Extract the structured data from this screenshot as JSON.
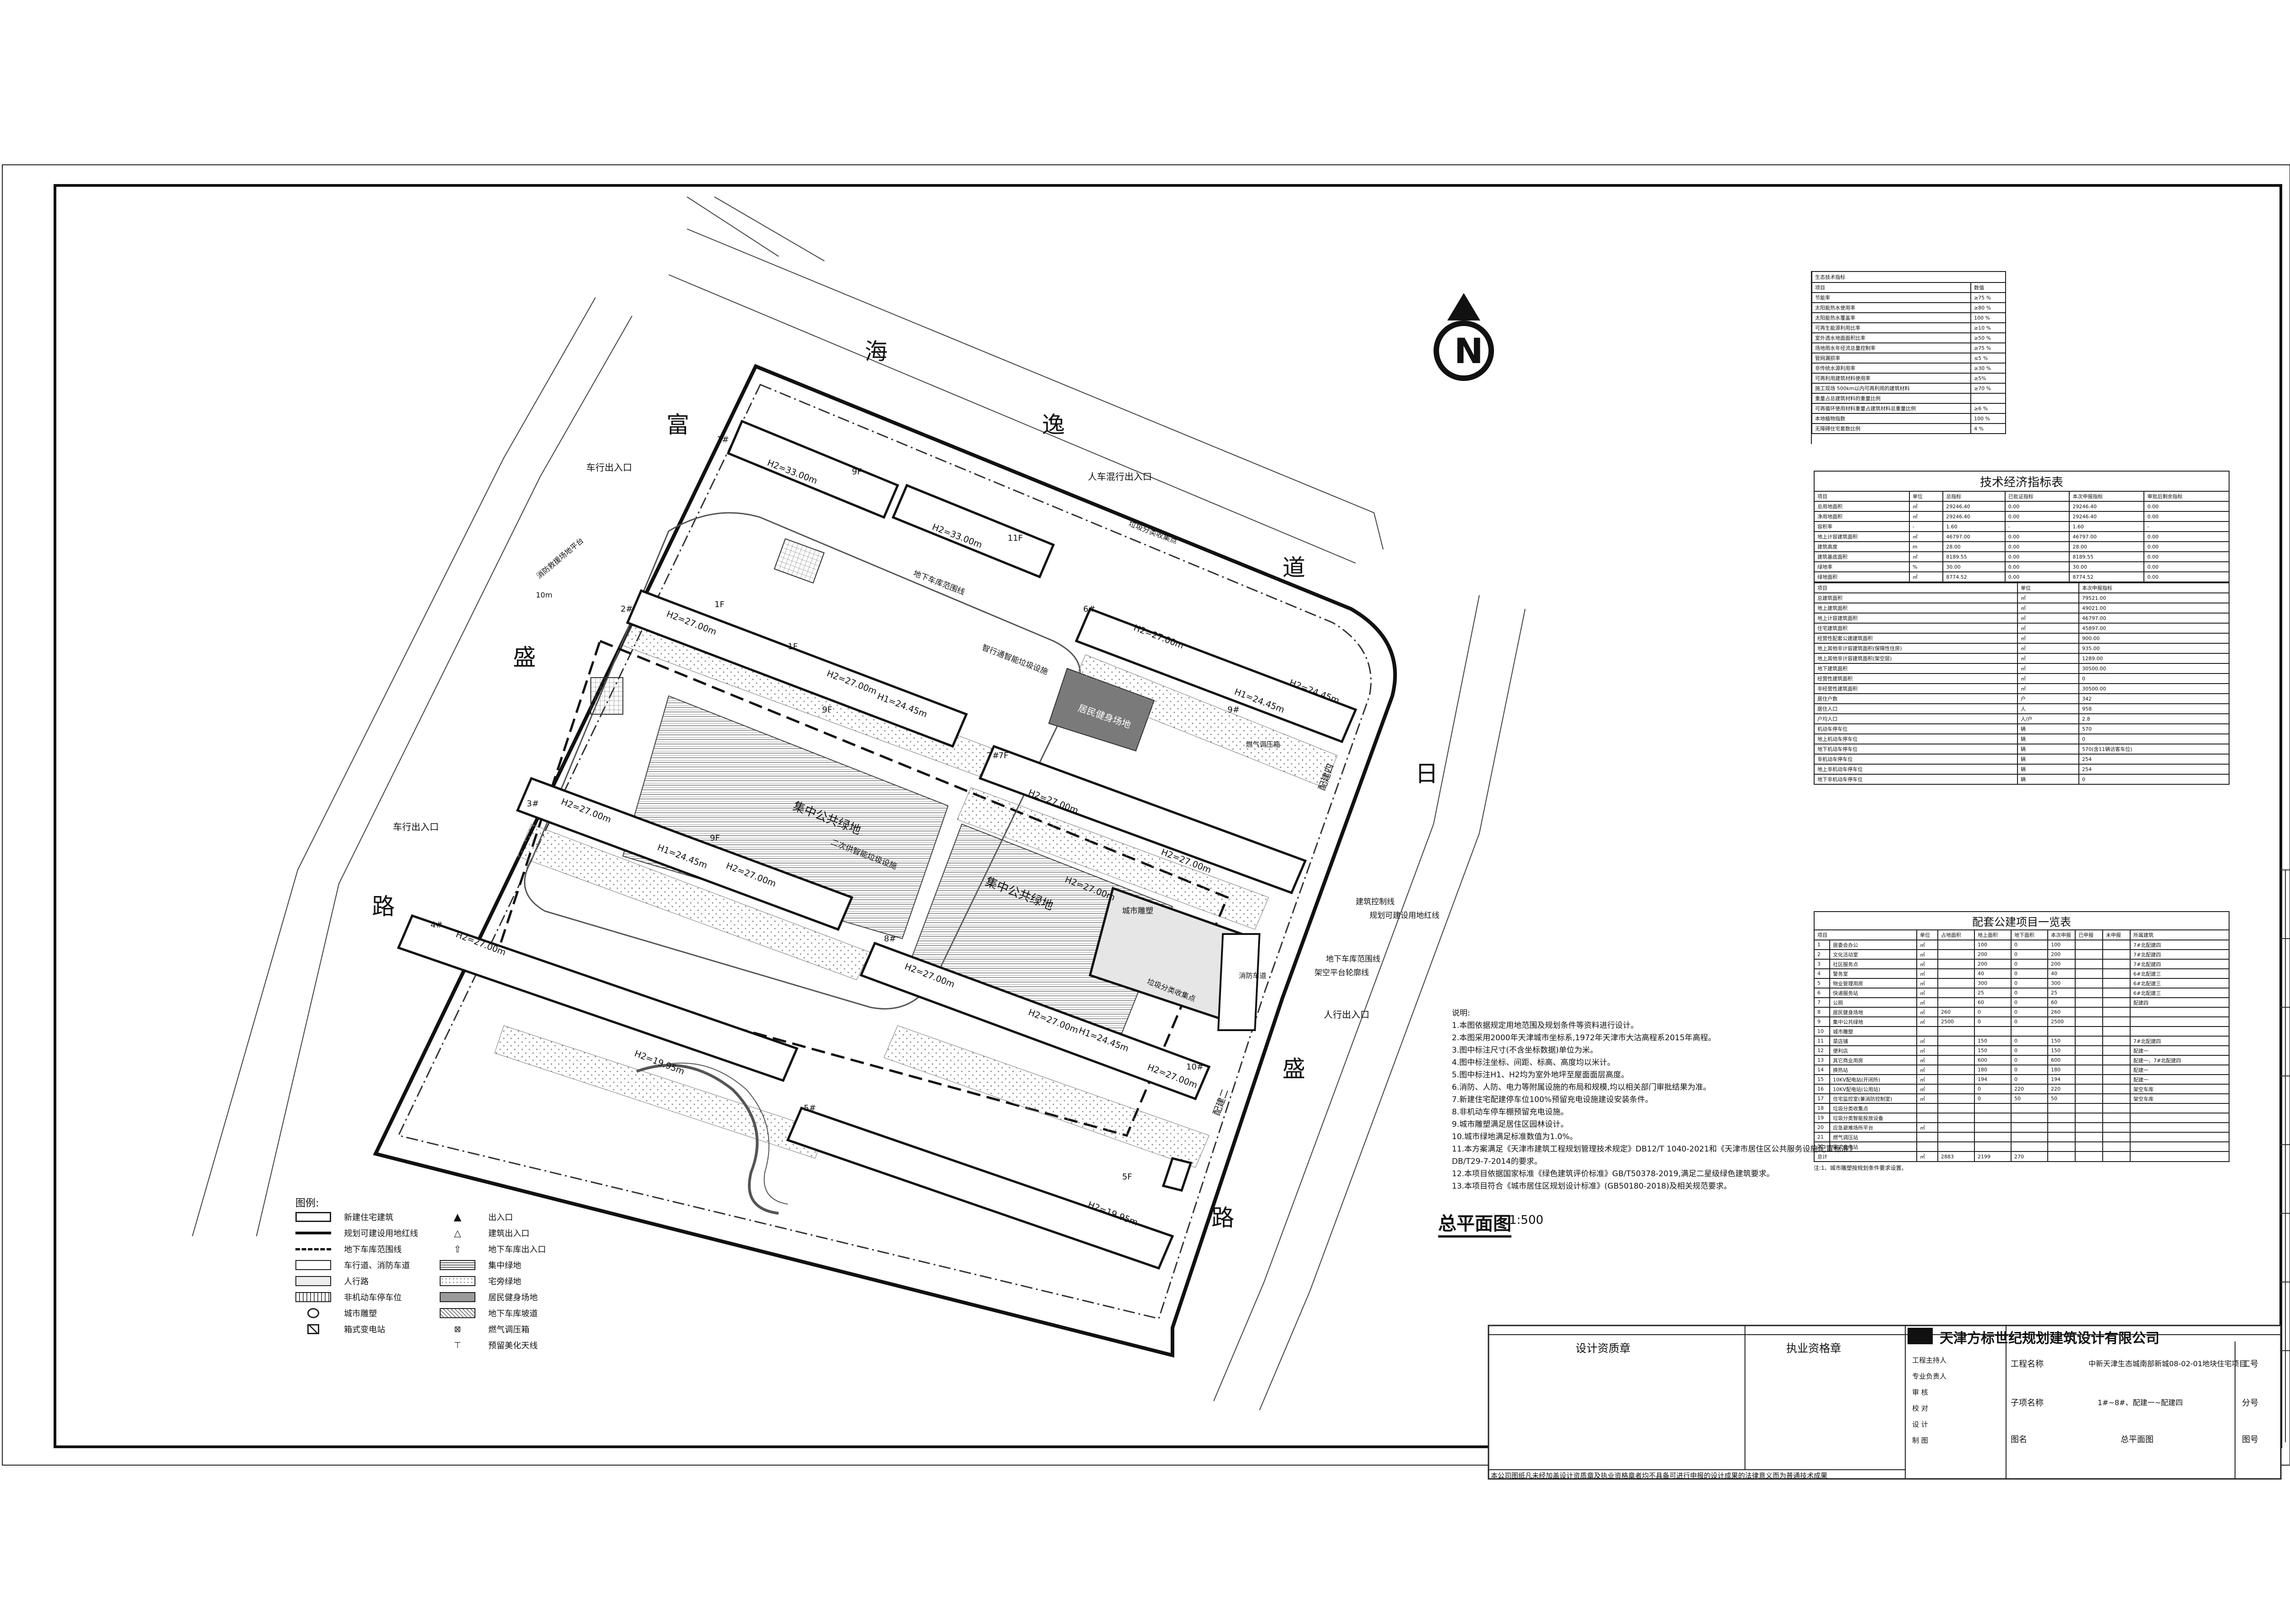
{
  "plan": {
    "title": "总平面图",
    "scale": "1:500",
    "north_label": "N",
    "road_chars": {
      "west": [
        "富",
        "盛",
        "路"
      ],
      "north": [
        "海",
        "逸",
        "道"
      ],
      "east": [
        "日",
        "盛",
        "路"
      ]
    },
    "labels": {
      "car_entry_1": "车行出入口",
      "car_entry_2": "车行出入口",
      "mixed_entry": "人车混行出入口",
      "ped_entry": "人行出入口",
      "fire_line": "消防救援场地平台",
      "fire_line_2": "10m",
      "build_control": "建筑控制线",
      "planning_red": "规划可建设用地红线",
      "basement_range": "地下车库范围线",
      "basement_range2": "地下车库范围线",
      "roof_line": "架空平台轮廓线",
      "green_1": "集中公共绿地",
      "green_2": "集中公共绿地",
      "fitness": "居民健身场地",
      "smart_1": "智行通智能垃圾设施",
      "smart_2": "二次供智能垃圾设施",
      "smart_3": "垃圾分类收集点",
      "smart_4": "垃圾分类收集点",
      "pavilion": "配建四",
      "sub_station": "配建二",
      "city_sculpture": "城市雕塑",
      "boiler": "燃气调压箱",
      "fire_truck": "消防车道",
      "b1": "H2=33.00m",
      "b2": "H2=33.00m",
      "b3": "H2=27.00m",
      "b4": "H2=27.00m",
      "b5": "H1=24.45m",
      "b6": "H2=27.00m",
      "b7": "H2=27.00m",
      "b8": "H2=27.00m",
      "b9": "H1=24.45m",
      "b10": "H2=27.00m",
      "b11": "H2=27.00m",
      "b12": "H1=24.45m",
      "b13": "H2=27.00m",
      "b14": "H2=27.00m",
      "b15": "H1=24.45m",
      "b16": "H2=27.00m",
      "b17": "H2=19.95m",
      "b18": "H2=19.95m",
      "b19": "H2=27.00m",
      "b20": "H2=24.45m",
      "b21": "H2=27.00m",
      "floor_11f": "11F",
      "floor_9f": "9F",
      "floor_1f": "1F",
      "floor_7f": "7F",
      "floor_5f": "5F",
      "no_1": "1#",
      "no_2": "2#",
      "no_3": "3#",
      "no_4": "4#",
      "no_5": "5#",
      "no_6": "6#",
      "no_7": "7#",
      "no_8": "8#",
      "no_9": "9#",
      "no_10": "10#"
    }
  },
  "eco_table": {
    "title": "生态技术指标",
    "header": [
      "项目",
      "数值"
    ],
    "rows": [
      [
        "节能率",
        "≥75 %"
      ],
      [
        "太阳能热水使用率",
        "≥80 %"
      ],
      [
        "太阳能热水覆盖率",
        "100 %"
      ],
      [
        "可再生能源利用比率",
        "≥10 %"
      ],
      [
        "室外透水地面面积比率",
        "≥50 %"
      ],
      [
        "场地雨水年径流总量控制率",
        "≥75 %"
      ],
      [
        "管网漏损率",
        "≤5 %"
      ],
      [
        "非传统水源利用率",
        "≥30 %"
      ],
      [
        "可再利用建筑材料使用率",
        "≥5%"
      ],
      [
        "施工现场 500km以内可再利用的建筑材料",
        "≥70 %"
      ],
      [
        "重量占总建筑材料的重量比例",
        ""
      ],
      [
        "可再循环使用材料重量占建筑材料总重量比例",
        "≥6 %"
      ],
      [
        "本地植物指数",
        "100 %"
      ],
      [
        "无障碍住宅套数比例",
        "4 %"
      ]
    ]
  },
  "tech_table": {
    "title": "技术经济指标表",
    "header": [
      "项目",
      "单位",
      "总指标",
      "已批证指标",
      "本次申报指标",
      "审批后剩余指标"
    ],
    "rows": [
      [
        "总用地面积",
        "㎡",
        "29246.40",
        "0.00",
        "29246.40",
        "0.00"
      ],
      [
        "净用地面积",
        "㎡",
        "29246.40",
        "0.00",
        "29246.40",
        "0.00"
      ],
      [
        "容积率",
        "-",
        "1.60",
        "-",
        "1.60",
        "-"
      ],
      [
        "地上计容建筑面积",
        "㎡",
        "46797.00",
        "0.00",
        "46797.00",
        "0.00"
      ],
      [
        "建筑高度",
        "m",
        "28.00",
        "0.00",
        "28.00",
        "0.00"
      ],
      [
        "建筑基底面积",
        "㎡",
        "8189.55",
        "0.00",
        "8189.55",
        "0.00"
      ],
      [
        "绿地率",
        "%",
        "30.00",
        "0.00",
        "30.00",
        "0.00"
      ],
      [
        "绿地面积",
        "㎡",
        "8774.52",
        "0.00",
        "8774.52",
        "0.00"
      ]
    ],
    "sub_header": [
      "项目",
      "单位",
      "本次申报指标"
    ],
    "sub_rows": [
      [
        "总建筑面积",
        "㎡",
        "79521.00"
      ],
      [
        "地上建筑面积",
        "㎡",
        "49021.00"
      ],
      [
        "地上计容建筑面积",
        "㎡",
        "46797.00"
      ],
      [
        "住宅建筑面积",
        "㎡",
        "45897.00"
      ],
      [
        "经营性配套公建建筑面积",
        "㎡",
        "900.00"
      ],
      [
        "地上其他非计容建筑面积(保障性住房)",
        "㎡",
        "935.00"
      ],
      [
        "地上其他非计容建筑面积(架空层)",
        "㎡",
        "1289.00"
      ],
      [
        "地下建筑面积",
        "㎡",
        "30500.00"
      ],
      [
        "经营性建筑面积",
        "㎡",
        "0"
      ],
      [
        "非经营性建筑面积",
        "㎡",
        "30500.00"
      ],
      [
        "居住户数",
        "户",
        "342"
      ],
      [
        "居住人口",
        "人",
        "958"
      ],
      [
        "户均人口",
        "人/户",
        "2.8"
      ],
      [
        "机动车停车位",
        "辆",
        "570"
      ],
      [
        "地上机动车停车位",
        "辆",
        "0"
      ],
      [
        "地下机动车停车位",
        "辆",
        "570(含11辆访客车位)"
      ],
      [
        "非机动车停车位",
        "辆",
        "254"
      ],
      [
        "地上非机动车停车位",
        "辆",
        "254"
      ],
      [
        "地下非机动车停车位",
        "辆",
        "0"
      ]
    ]
  },
  "facility_table": {
    "title": "配套公建项目一览表",
    "header": [
      "项目",
      "单位",
      "占地面积",
      "地上面积",
      "地下面积",
      "本次申报",
      "已申报",
      "未申报",
      "所属建筑"
    ],
    "rows": [
      [
        "1",
        "居委会办公",
        "㎡",
        "",
        "100",
        "0",
        "100",
        "",
        "",
        "7#北配建四"
      ],
      [
        "2",
        "文化活动室",
        "㎡",
        "",
        "200",
        "0",
        "200",
        "",
        "",
        "7#北配建四"
      ],
      [
        "3",
        "社区服务点",
        "㎡",
        "",
        "200",
        "0",
        "200",
        "",
        "",
        "7#北配建四"
      ],
      [
        "4",
        "警务室",
        "㎡",
        "",
        "40",
        "0",
        "40",
        "",
        "",
        "6#北配建三"
      ],
      [
        "5",
        "物业管理用房",
        "㎡",
        "",
        "300",
        "0",
        "300",
        "",
        "",
        "6#北配建三"
      ],
      [
        "6",
        "快递服务站",
        "㎡",
        "",
        "25",
        "0",
        "25",
        "",
        "",
        "6#北配建三"
      ],
      [
        "7",
        "公厕",
        "㎡",
        "",
        "60",
        "0",
        "60",
        "",
        "",
        "配建四"
      ],
      [
        "8",
        "居民健身场地",
        "㎡",
        "260",
        "0",
        "0",
        "260",
        "",
        "",
        ""
      ],
      [
        "9",
        "集中公共绿地",
        "㎡",
        "2500",
        "0",
        "0",
        "2500",
        "",
        "",
        ""
      ],
      [
        "10",
        "城市雕塑",
        "",
        "",
        "",
        "",
        "",
        "",
        "",
        ""
      ],
      [
        "11",
        "菜店铺",
        "㎡",
        "",
        "150",
        "0",
        "150",
        "",
        "",
        "7#北配建四"
      ],
      [
        "12",
        "便利店",
        "㎡",
        "",
        "150",
        "0",
        "150",
        "",
        "",
        "配建一"
      ],
      [
        "13",
        "其它商业用房",
        "㎡",
        "",
        "600",
        "0",
        "600",
        "",
        "",
        "配建一、7#北配建四"
      ],
      [
        "14",
        "换热站",
        "㎡",
        "",
        "180",
        "0",
        "180",
        "",
        "",
        "配建一"
      ],
      [
        "15",
        "10KV配电站(开闭所)",
        "㎡",
        "",
        "194",
        "0",
        "194",
        "",
        "",
        "配建一"
      ],
      [
        "16",
        "10KV配电站(公用站)",
        "㎡",
        "",
        "0",
        "220",
        "220",
        "",
        "",
        "架空车库"
      ],
      [
        "17",
        "住宅监控室(兼消防控制室)",
        "㎡",
        "",
        "0",
        "50",
        "50",
        "",
        "",
        "架空车库"
      ],
      [
        "18",
        "垃圾分类收集点",
        "",
        "",
        "",
        "",
        "",
        "",
        "",
        ""
      ],
      [
        "19",
        "垃圾分类智能投放设备",
        "",
        "",
        "",
        "",
        "",
        "",
        "",
        ""
      ],
      [
        "20",
        "应急避难场所平台",
        "㎡",
        "",
        "",
        "",
        "",
        "",
        "",
        ""
      ],
      [
        "21",
        "燃气调压站",
        "",
        "",
        "",
        "",
        "",
        "",
        "",
        ""
      ],
      [
        "22",
        "箱式变电站",
        "",
        "",
        "",
        "",
        "",
        "",
        "",
        ""
      ]
    ],
    "total": [
      "总计",
      "㎡",
      "2883",
      "2199",
      "270"
    ],
    "note": "注:1、城市雕塑按规划条件要求设置。"
  },
  "notes": {
    "title": "说明:",
    "lines": [
      "1.本图依据规定用地范围及规划条件等资料进行设计。",
      "2.本图采用2000年天津城市坐标系,1972年天津市大沽高程系2015年高程。",
      "3.图中标注尺寸(不含坐标数据)单位为米。",
      "4.图中标注坐标、间距、标高、高度均以米计。",
      "5.图中标注H1、H2均为室外地坪至屋面面层高度。",
      "6.消防、人防、电力等附属设施的布局和规模,均以相关部门审批结果为准。",
      "7.新建住宅配建停车位100%预留充电设施建设安装条件。",
      "8.非机动车停车棚预留充电设施。",
      "9.城市雕塑满足居住区园林设计。",
      "10.城市绿地满足标准数值为1.0%。",
      "11.本方案满足《天津市建筑工程规划管理技术规定》DB12/T 1040-2021和《天津市居住区公共服务设施配置标准》",
      "DB/T29-7-2014的要求。",
      "12.本项目依据国家标准《绿色建筑评价标准》GB/T50378-2019,满足二星级绿色建筑要求。",
      "13.本项目符合《城市居住区规划设计标准》(GB50180-2018)及相关规范要求。"
    ]
  },
  "legend": {
    "title": "图例:",
    "left": [
      "新建住宅建筑",
      "规划可建设用地红线",
      "地下车库范围线",
      "车行道、消防车道",
      "人行路",
      "非机动车停车位",
      "城市雕塑",
      "箱式变电站"
    ],
    "right": [
      "出入口",
      "建筑出入口",
      "地下车库出入口",
      "集中绿地",
      "宅旁绿地",
      "居民健身场地",
      "地下车库坡道",
      "燃气调压箱",
      "预留美化天线"
    ]
  },
  "title_block": {
    "seal_1": "设计资质章",
    "seal_2": "执业资格章",
    "firm": "天津方标世纪规划建筑设计有限公司",
    "project_label": "工程名称",
    "project": "中新天津生态城南部新城08-02-01地块住宅项目",
    "item_label": "子项名称",
    "item": "1#~8#、配建一~配建四",
    "drawing_label": "图名",
    "drawing": "总平面图",
    "job_no": "工号",
    "sub_no": "分号",
    "sheet_no": "图号",
    "roles": [
      "工程主持人",
      "专业负责人",
      "审 核",
      "校 对",
      "设 计",
      "制 图"
    ],
    "disclaimer": "本公司图纸凡未经加盖设计资质章及执业资格章者均不具备可进行申报的设计成果的法律意义而为普通技术成果"
  },
  "colors": {
    "line": "#111111",
    "hatch": "#888888",
    "fitness_fill": "#7a7a7a",
    "site_fill": "#e6e6e6"
  }
}
